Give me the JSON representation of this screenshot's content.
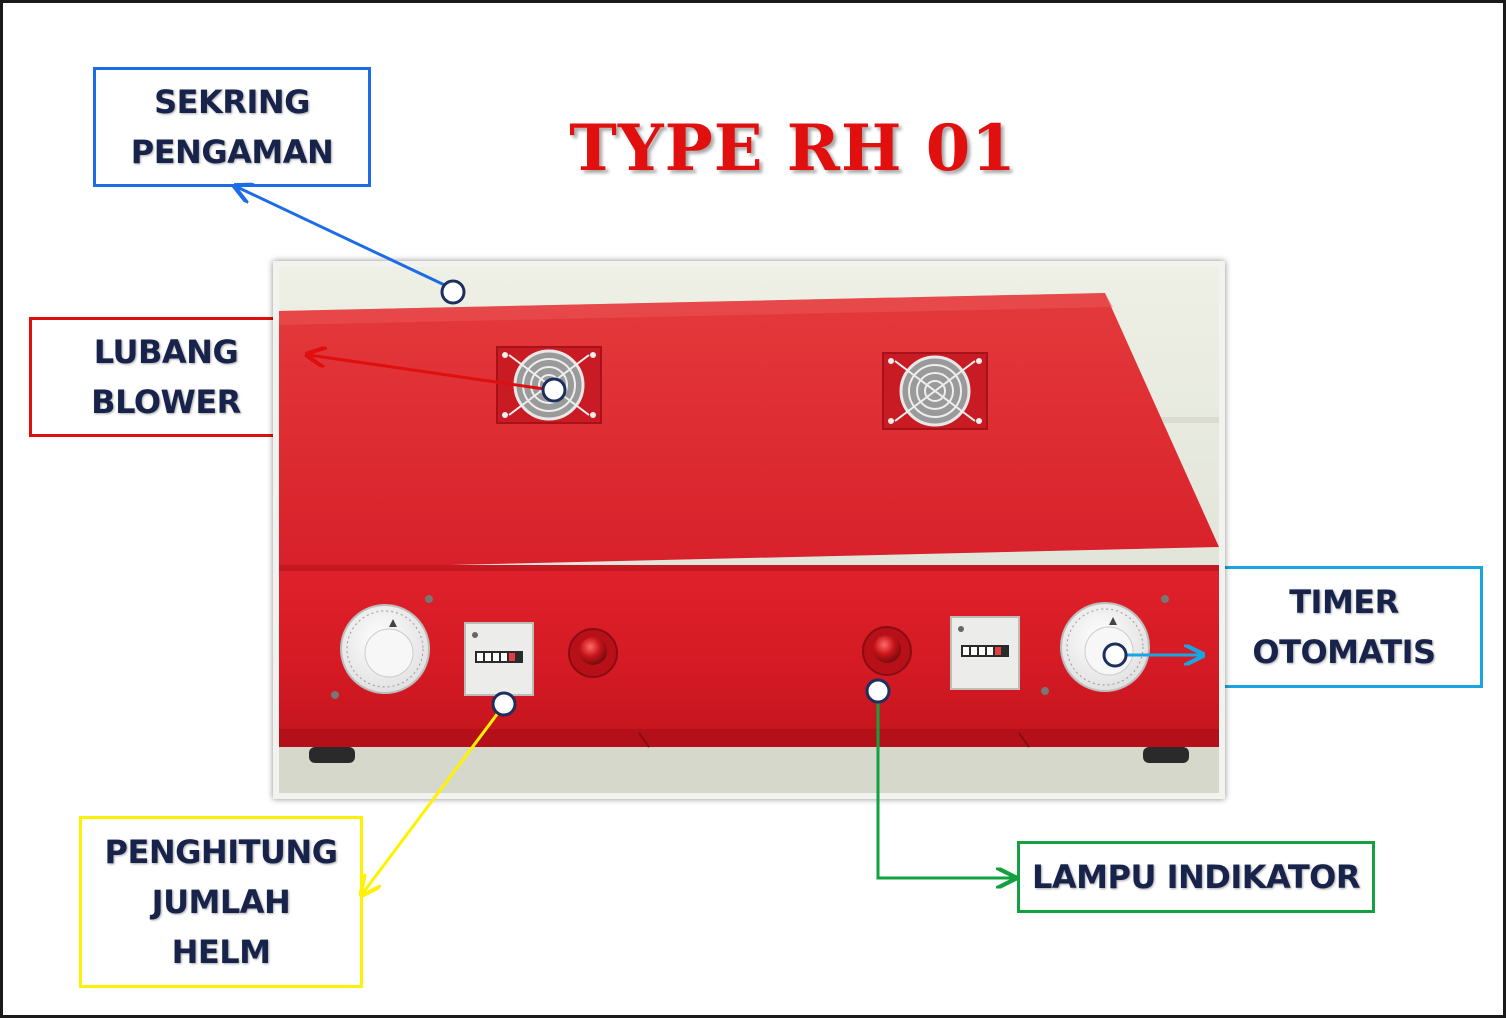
{
  "title": "TYPE RH 01",
  "labels": {
    "sekring": {
      "lines": [
        "SEKRING",
        "PENGAMAN"
      ],
      "color": "#1b6ce6"
    },
    "lubang": {
      "lines": [
        "LUBANG",
        "BLOWER"
      ],
      "color": "#e00f0f"
    },
    "timer": {
      "lines": [
        "TIMER",
        "OTOMATIS"
      ],
      "color": "#1aa5e0"
    },
    "penghitung": {
      "lines": [
        "PENGHITUNG",
        "JUMLAH",
        "HELM"
      ],
      "color": "#fff200"
    },
    "lampu": {
      "lines": [
        "LAMPU INDIKATOR"
      ],
      "color": "#13a040"
    }
  },
  "colors": {
    "title": "#e1100f",
    "label_text": "#17234a",
    "machine_red": "#d81e27"
  }
}
